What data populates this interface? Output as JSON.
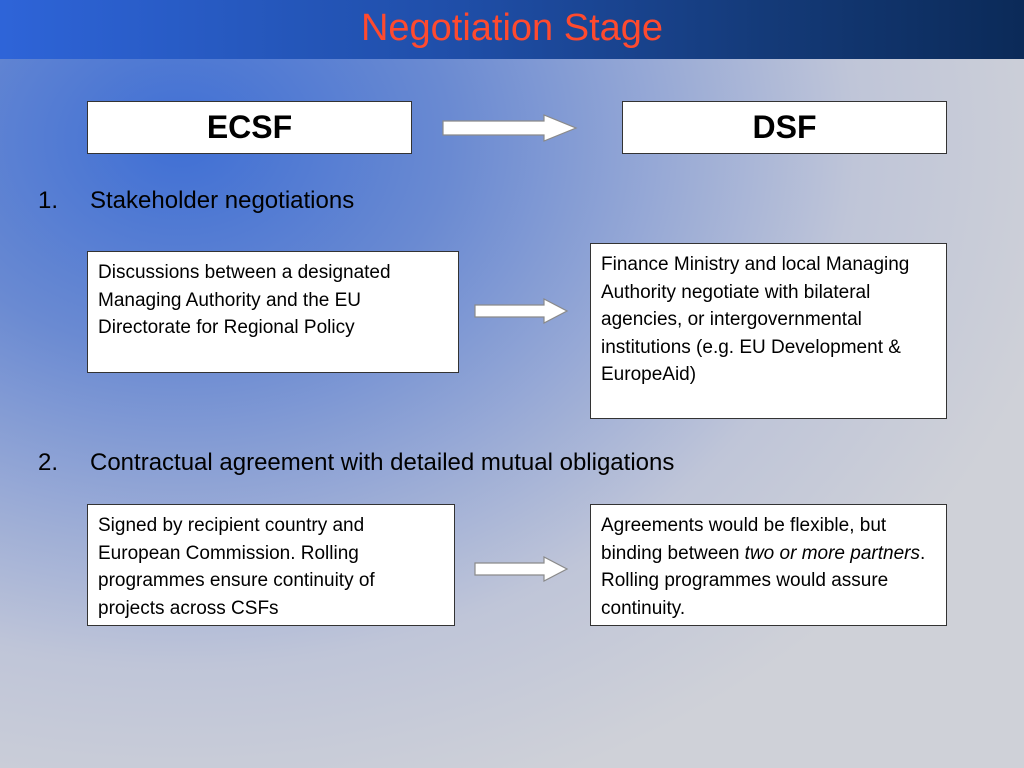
{
  "title": "Negotiation Stage",
  "headers": {
    "left": "ECSF",
    "right": "DSF"
  },
  "items": [
    {
      "number": "1.",
      "label": "Stakeholder negotiations",
      "left_text": "Discussions between a designated Managing Authority and the EU Directorate for Regional Policy",
      "right_text": "Finance Ministry and local Managing Authority negotiate with bilateral agencies, or intergovernmental institutions (e.g. EU Development & EuropeAid)"
    },
    {
      "number": "2.",
      "label": "Contractual agreement with detailed mutual obligations",
      "left_text": "Signed by recipient country and European Commission. Rolling programmes ensure continuity of projects across CSFs",
      "right_text_1": "Agreements would be flexible, but binding between ",
      "right_text_emphasis": "two or more partners",
      "right_text_2": ". Rolling programmes would assure continuity."
    }
  ],
  "colors": {
    "title": "#ff4a2e",
    "title_bar_start": "#2e64d8",
    "title_bar_end": "#0b2a58"
  },
  "icons": [
    "right-arrow-icon"
  ]
}
